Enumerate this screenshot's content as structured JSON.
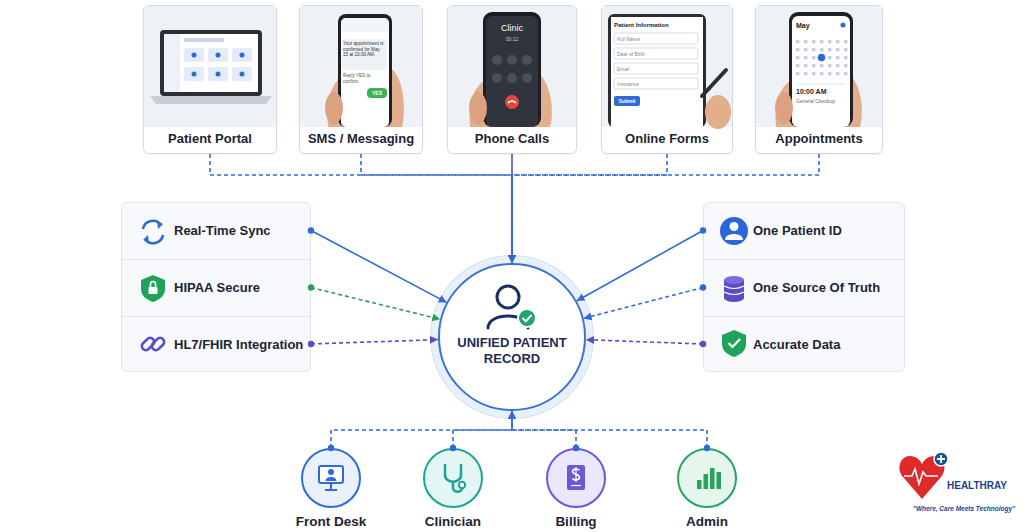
{
  "diagram": {
    "nodes": [
      {
        "text": [
          "Patient Portal"
        ]
      },
      {
        "text": [
          "SMS / Messaging"
        ]
      },
      {
        "text": [
          "Phone Calls"
        ]
      },
      {
        "text": [
          "Online Forms"
        ]
      },
      {
        "text": [
          "Appointments"
        ]
      },
      {
        "text": [
          "Real-Time Sync"
        ]
      },
      {
        "text": [
          "HIPAA Secure"
        ]
      },
      {
        "text": [
          "HL7/FHIR Integration"
        ]
      },
      {
        "text": [
          "UNIFIED PATIENT RECORD"
        ]
      },
      {
        "text": [
          "One Patient ID"
        ]
      },
      {
        "text": [
          "One Source Of Truth"
        ]
      },
      {
        "text": [
          "Accurate Data"
        ]
      },
      {
        "text": [
          "Front Desk"
        ]
      },
      {
        "text": [
          "Clinician"
        ]
      },
      {
        "text": [
          "Billing"
        ]
      },
      {
        "text": [
          "Admin"
        ]
      }
    ],
    "edges": [
      {
        "from": 0,
        "to": 8,
        "arrow": "to"
      },
      {
        "from": 1,
        "to": 8,
        "arrow": "to"
      },
      {
        "from": 2,
        "to": 8,
        "arrow": "to"
      },
      {
        "from": 3,
        "to": 8,
        "arrow": "to"
      },
      {
        "from": 4,
        "to": 8,
        "arrow": "to"
      },
      {
        "from": 5,
        "to": 8,
        "arrow": "to"
      },
      {
        "from": 6,
        "to": 8,
        "arrow": "to"
      },
      {
        "from": 7,
        "to": 8,
        "arrow": "to"
      },
      {
        "from": 9,
        "to": 8,
        "arrow": "to"
      },
      {
        "from": 10,
        "to": 8,
        "arrow": "to"
      },
      {
        "from": 11,
        "to": 8,
        "arrow": "to"
      },
      {
        "from": 12,
        "to": 8,
        "arrow": "to"
      },
      {
        "from": 13,
        "to": 8,
        "arrow": "to"
      },
      {
        "from": 14,
        "to": 8,
        "arrow": "to"
      },
      {
        "from": 15,
        "to": 8,
        "arrow": "to"
      }
    ],
    "labels": [
      "Your appointment is confirmed for May 15 at 10:00 AM.",
      "Reply YES to confirm.",
      "YES",
      "Clinic",
      "00:12",
      "Patient Information",
      "Full Name",
      "Date of Birth",
      "Email",
      "Insurance",
      "Submit",
      "May",
      "10:00 AM",
      "General Checkup",
      "HEALTHRAY",
      "\"Where, Care Meets Technology\""
    ]
  }
}
